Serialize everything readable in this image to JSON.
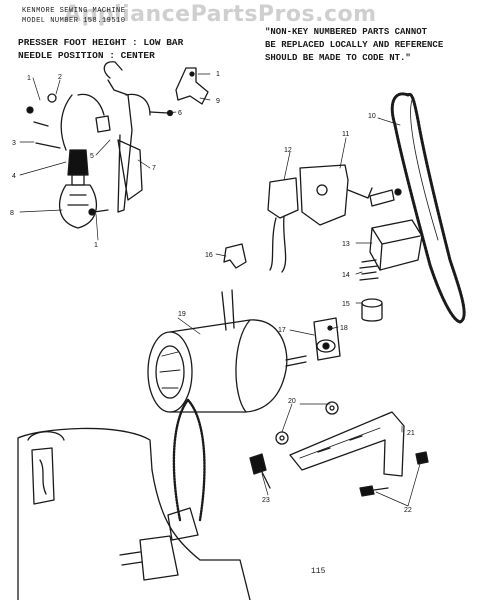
{
  "watermark": "AppliancePartsPros.com",
  "header": {
    "line1": "KENMORE SEWING MACHINE",
    "line2": "MODEL NUMBER 158.19510"
  },
  "specs": {
    "presser_foot": "PRESSER FOOT HEIGHT : LOW BAR",
    "needle_position": "NEEDLE POSITION : CENTER"
  },
  "note": {
    "line1": "\"NON-KEY NUMBERED PARTS CANNOT",
    "line2": "BE REPLACED LOCALLY AND REFERENCE",
    "line3": "SHOULD BE MADE TO CODE NT.\""
  },
  "callouts": [
    "1",
    "2",
    "3",
    "4",
    "5",
    "6",
    "7",
    "8",
    "1",
    "1",
    "9",
    "10",
    "11",
    "12",
    "13",
    "14",
    "15",
    "16",
    "17",
    "18",
    "19",
    "20",
    "21",
    "22",
    "23"
  ],
  "page_code": "115"
}
